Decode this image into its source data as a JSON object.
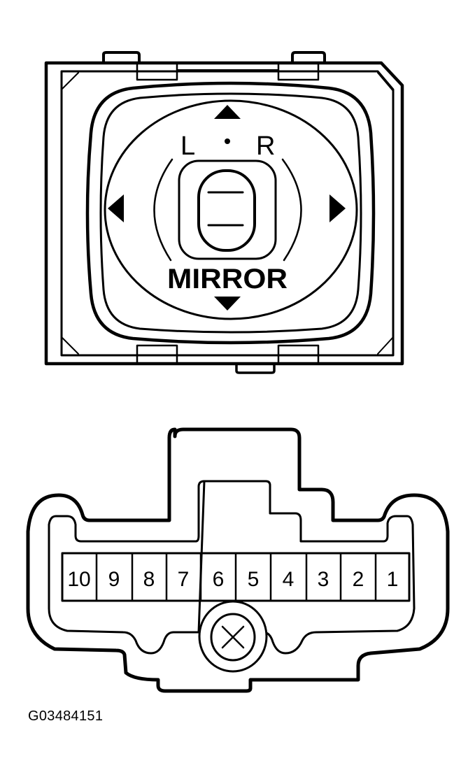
{
  "switch": {
    "selector_left": "L",
    "selector_dot": "•",
    "selector_right": "R",
    "label": "MIRROR",
    "arrows": [
      "up-arrow",
      "down-arrow",
      "left-arrow",
      "right-arrow"
    ]
  },
  "connector": {
    "pins": [
      "10",
      "9",
      "8",
      "7",
      "6",
      "5",
      "4",
      "3",
      "2",
      "1"
    ],
    "center_mark": "×"
  },
  "caption": "G03484151",
  "colors": {
    "line": "#000000",
    "background": "#ffffff"
  }
}
